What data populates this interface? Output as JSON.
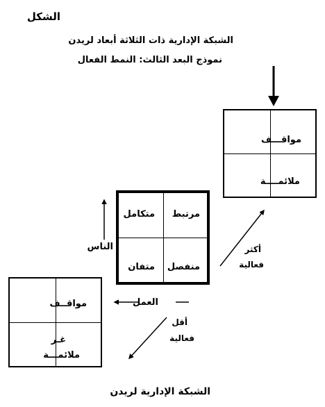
{
  "page": {
    "heading": "الشكل"
  },
  "header": {
    "title": "الشبكة الإدارية ذات الثلاثة أبعاد لريدن",
    "subtitle": "نموذج البعد الثالث: النمط الفعال"
  },
  "top_box": {
    "top": "مواقـــف",
    "bottom": "ملائمــــة"
  },
  "center_box": {
    "top_left": "متكامل",
    "top_right": "مرتبط",
    "bottom_left": "متفان",
    "bottom_right": "منفصل"
  },
  "bottom_box": {
    "top": "مواقــف",
    "bottom_line1": "غـر",
    "bottom_line2": "ملائمـــة"
  },
  "axes": {
    "people": "الناس",
    "work": "العمل"
  },
  "labels": {
    "more_line1": "أكثر",
    "more_line2": "فعالية",
    "less_line1": "أقل",
    "less_line2": "فعالية"
  },
  "caption": "الشبكة الإدارية لريدن"
}
